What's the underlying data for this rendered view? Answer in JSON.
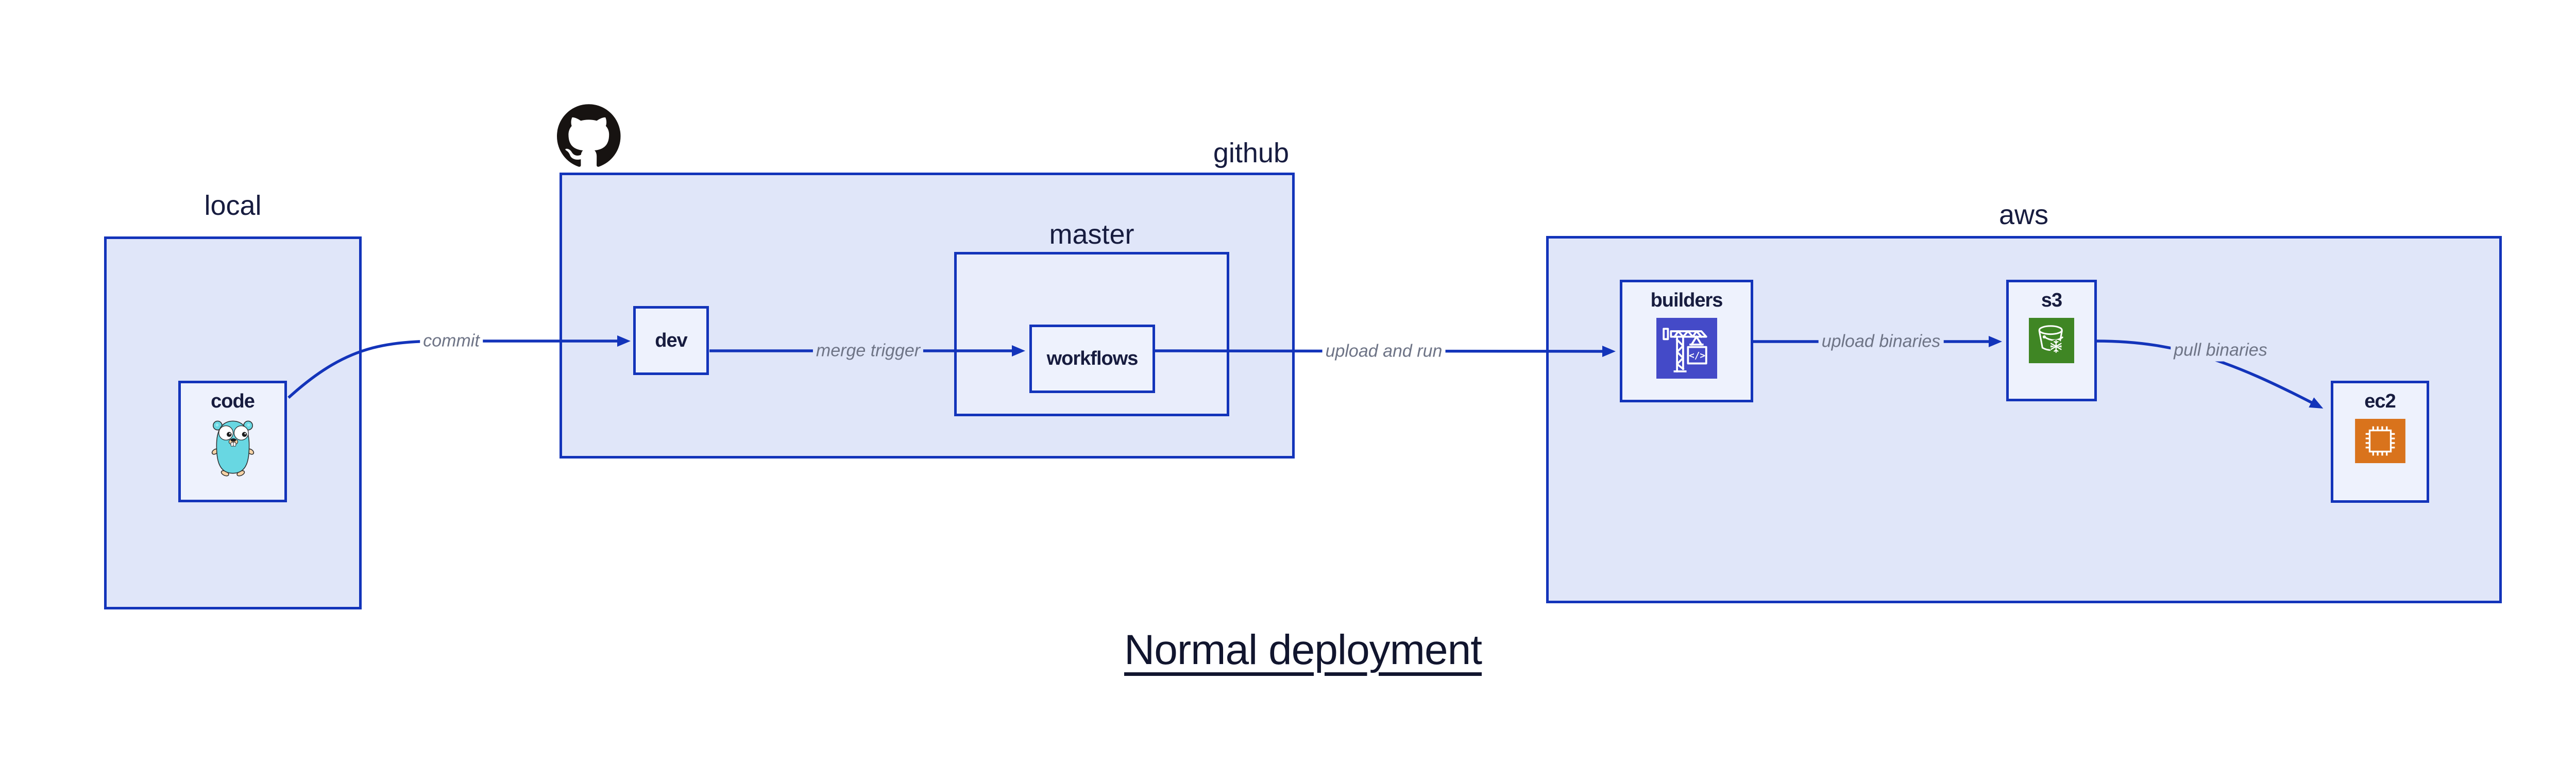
{
  "title": {
    "text": "Normal deployment"
  },
  "clusters": {
    "local": {
      "label": "local"
    },
    "github": {
      "label": "github"
    },
    "master": {
      "label": "master"
    },
    "aws": {
      "label": "aws"
    }
  },
  "nodes": {
    "code": {
      "label": "code",
      "icon": "go-gopher-icon"
    },
    "dev": {
      "label": "dev"
    },
    "workflows": {
      "label": "workflows"
    },
    "builders": {
      "label": "builders",
      "icon": "crane-builders-icon"
    },
    "s3": {
      "label": "s3",
      "icon": "s3-glacier-bucket-icon"
    },
    "ec2": {
      "label": "ec2",
      "icon": "ec2-chip-icon"
    }
  },
  "edges": [
    {
      "from": "code",
      "to": "dev",
      "label": "commit"
    },
    {
      "from": "dev",
      "to": "workflows",
      "label": "merge trigger"
    },
    {
      "from": "workflows",
      "to": "builders",
      "label": "upload and run"
    },
    {
      "from": "builders",
      "to": "s3",
      "label": "upload binaries"
    },
    {
      "from": "s3",
      "to": "ec2",
      "label": "pull binaries"
    }
  ],
  "colors": {
    "blue": "#1334ba",
    "clusterFill": "#e0e6f9",
    "masterFill": "#e9edfb",
    "nodeFill": "#eef2fd",
    "navy": "#171c3f",
    "titleNavy": "#11152e",
    "gray": "#6e7486",
    "purple": "#444ac8",
    "green": "#3f8624",
    "orange": "#d9731c",
    "teal": "#68d7e2",
    "tan": "#f6d3a6",
    "black": "#171311",
    "white": "#ffffff"
  }
}
